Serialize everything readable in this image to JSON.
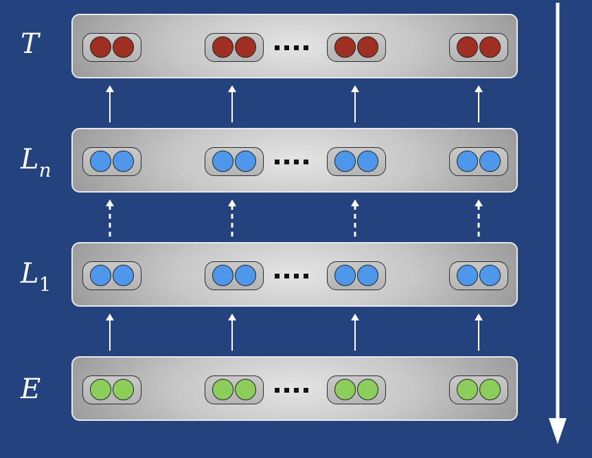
{
  "rows": [
    {
      "key": "t",
      "label": "T",
      "sub": "",
      "sub_italic": false,
      "dot_color": "#9e2f22"
    },
    {
      "key": "ln",
      "label": "L",
      "sub": "n",
      "sub_italic": true,
      "dot_color": "#4f97ea"
    },
    {
      "key": "l1",
      "label": "L",
      "sub": "1",
      "sub_italic": false,
      "dot_color": "#4f97ea"
    },
    {
      "key": "e",
      "label": "E",
      "sub": "",
      "sub_italic": false,
      "dot_color": "#8ccd5c"
    }
  ],
  "connections": [
    {
      "from": "ln",
      "to": "t",
      "style": "solid"
    },
    {
      "from": "l1",
      "to": "ln",
      "style": "dashed"
    },
    {
      "from": "e",
      "to": "l1",
      "style": "solid"
    }
  ],
  "flow_arrow": {
    "direction": "down",
    "color": "#ffffff"
  }
}
